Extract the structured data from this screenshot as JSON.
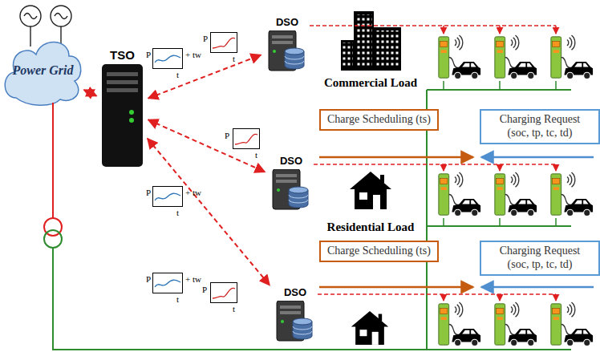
{
  "diagram": {
    "nodes": [
      {
        "text": [
          "Power Grid"
        ]
      },
      {
        "text": [
          "TSO"
        ]
      },
      {
        "text": [
          "DSO"
        ]
      },
      {
        "text": [
          "Commercial Load"
        ]
      },
      {
        "text": [
          "Charge Scheduling (ts)"
        ]
      },
      {
        "text": [
          "Charging Request (soc, tp, tc, td)"
        ]
      },
      {
        "text": [
          "DSO"
        ]
      },
      {
        "text": [
          "Residential Load"
        ]
      },
      {
        "text": [
          "Charge Scheduling (ts)"
        ]
      },
      {
        "text": [
          "Charging Request (soc, tp, tc, td)"
        ]
      },
      {
        "text": [
          "DSO"
        ]
      }
    ],
    "edges": [
      {
        "from": 0,
        "to": 1,
        "arrow": "both"
      },
      {
        "from": 1,
        "to": 2,
        "arrow": "both"
      },
      {
        "from": 1,
        "to": 6,
        "arrow": "both"
      },
      {
        "from": 1,
        "to": 10,
        "arrow": "both"
      }
    ],
    "labels": [
      "P",
      "t",
      "P",
      "+ tw",
      "t",
      "P",
      "t",
      "P",
      "+ tw",
      "t",
      "P",
      "t",
      "P",
      "+ tw",
      "t"
    ]
  }
}
